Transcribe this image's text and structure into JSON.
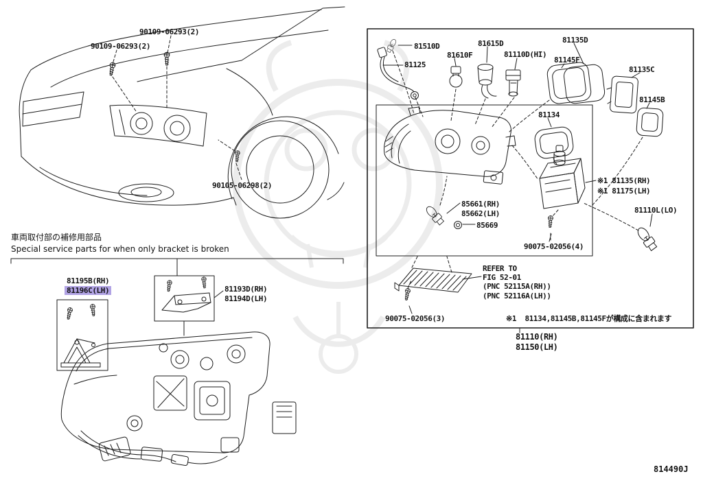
{
  "colors": {
    "highlight": "#b1a3e4",
    "line": "#1b1b1b"
  },
  "car_section": {
    "screw_label_1": "90109-06293(2)",
    "screw_label_2": "90109-06293(2)",
    "screw_label_3": "90105-06298(2)"
  },
  "service_section": {
    "note_jp": "車両取付部の補修用部品",
    "note_en": "Special service parts for when only bracket is broken",
    "bracket_left_rh": "81195B(RH)",
    "bracket_left_lh": "81196C(LH)",
    "bracket_right_rh": "81193D(RH)",
    "bracket_right_lh": "81194D(LH)"
  },
  "headlamp_box": {
    "bulb_top": "81510D",
    "cord": "81125",
    "bulb_socket": "81610F",
    "socket_cover": "81615D",
    "connector_hi": "81110D(HI)",
    "seal_d": "81135D",
    "cover_f": "81145F",
    "bracket_c": "81135C",
    "cover_b": "81145B",
    "gasket": "81134",
    "bulb_rh": "85661(RH)",
    "bulb_lh": "85662(LH)",
    "oring": "85669",
    "unit_rh": "※1 81135(RH)",
    "unit_lh": "※1 81175(LH)",
    "bulb_lo": "81110L(LO)",
    "screw_4": "90075-02056(4)",
    "refer_line1": "REFER TO",
    "refer_line2": "FIG 52-01",
    "refer_line3": "(PNC 52115A(RH))",
    "refer_line4": "(PNC 52116A(LH))",
    "screw_3": "90075-02056(3)",
    "note": "※1  81134,81145B,81145Fが構成に含まれます",
    "assy_rh": "81110(RH)",
    "assy_lh": "81150(LH)"
  },
  "footer": {
    "code": "814490J"
  }
}
